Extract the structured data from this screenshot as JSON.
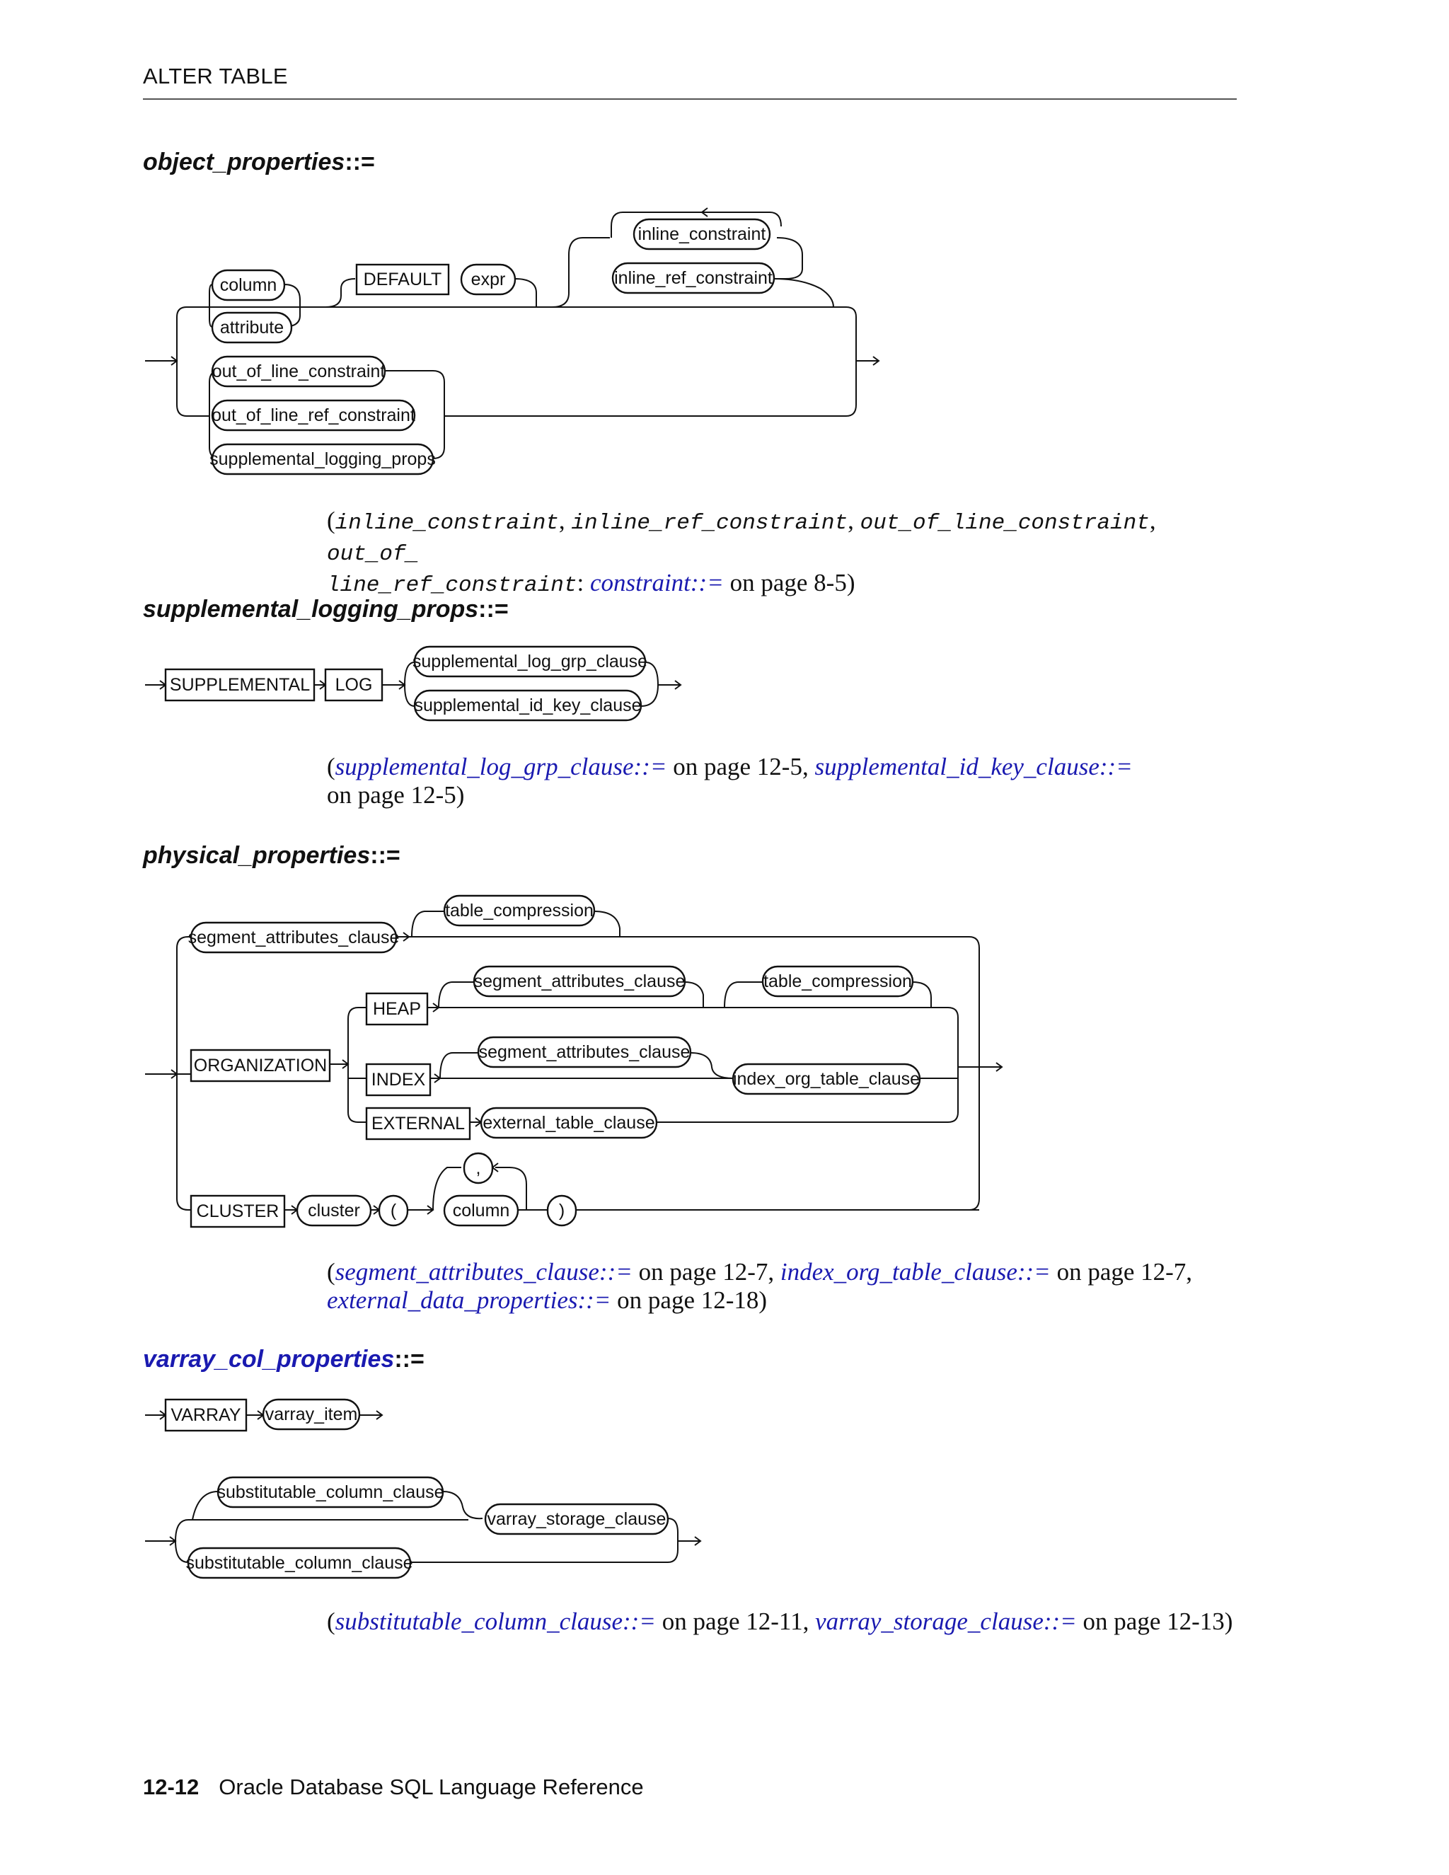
{
  "running_header": "ALTER TABLE",
  "sections": {
    "object_properties": {
      "heading": "object_properties",
      "op": "::=",
      "items": {
        "column": "column",
        "attribute": "attribute",
        "default_kw": "DEFAULT",
        "expr": "expr",
        "inline_constraint": "inline_constraint",
        "inline_ref_constraint": "inline_ref_constraint",
        "out_of_line_constraint": "out_of_line_constraint",
        "out_of_line_ref_constraint": "out_of_line_ref_constraint",
        "supplemental_logging_props": "supplemental_logging_props"
      },
      "refs": {
        "t1": "inline_constraint",
        "t2": "inline_ref_constraint",
        "t3": "out_of_line_constraint",
        "t4": "out_of_",
        "t5": "line_ref_constraint",
        "link": "constraint::=",
        "page": " on page 8-5)"
      }
    },
    "supplemental_logging_props": {
      "heading": "supplemental_logging_props",
      "op": "::=",
      "items": {
        "supplemental_kw": "SUPPLEMENTAL",
        "log_kw": "LOG",
        "grp_clause": "supplemental_log_grp_clause",
        "id_key_clause": "supplemental_id_key_clause"
      },
      "refs": {
        "link1": "supplemental_log_grp_clause::=",
        "page1": " on page 12-5, ",
        "link2": "supplemental_id_key_clause::=",
        "page2": " on page 12-5)"
      }
    },
    "physical_properties": {
      "heading": "physical_properties",
      "op": "::=",
      "items": {
        "segment_attributes_clause": "segment_attributes_clause",
        "table_compression": "table_compression",
        "organization_kw": "ORGANIZATION",
        "heap_kw": "HEAP",
        "index_kw": "INDEX",
        "external_kw": "EXTERNAL",
        "index_org_table_clause": "index_org_table_clause",
        "external_table_clause": "external_table_clause",
        "cluster_kw": "CLUSTER",
        "cluster": "cluster",
        "lparen": "(",
        "column": "column",
        "comma": ",",
        "rparen": ")"
      },
      "refs": {
        "link1": "segment_attributes_clause::=",
        "page1": " on page 12-7, ",
        "link2": "index_org_table_clause::=",
        "page2": " on page 12-7,",
        "link3": "external_data_properties::=",
        "page3": " on page 12-18)"
      }
    },
    "varray_col_properties": {
      "heading": "varray_col_properties",
      "op": "::=",
      "items": {
        "varray_kw": "VARRAY",
        "varray_item": "varray_item",
        "substitutable_column_clause": "substitutable_column_clause",
        "varray_storage_clause": "varray_storage_clause"
      },
      "refs": {
        "link1": "substitutable_column_clause::=",
        "page1": " on page 12-11, ",
        "link2": "varray_storage_clause::=",
        "page2": " on page 12-13)"
      }
    }
  },
  "footer": {
    "page_number": "12-12",
    "book_title": "Oracle Database SQL Language Reference"
  },
  "colors": {
    "link": "#1a1ab0",
    "text": "#111111"
  }
}
